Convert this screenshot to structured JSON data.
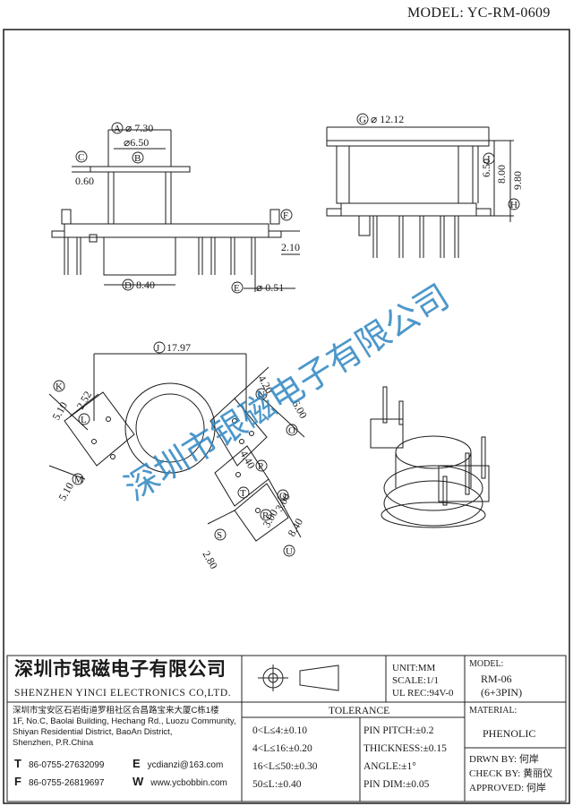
{
  "model_label": "MODEL: YC-RM-0609",
  "watermark": "深圳市银磁电子有限公司",
  "callouts": [
    "A",
    "B",
    "C",
    "D",
    "E",
    "F",
    "G",
    "H",
    "I",
    "J",
    "K",
    "L",
    "M",
    "N",
    "O",
    "P",
    "Q",
    "R",
    "S",
    "T",
    "U"
  ],
  "dims": {
    "a": "⌀ 7.30",
    "b": "⌀6.50",
    "c": "0.60",
    "d": "8.40",
    "e": "⌀ 0.51",
    "f": "2.10",
    "g": "⌀ 12.12",
    "h": "9.80",
    "i": "6.50",
    "j": "8.00",
    "k": "17.97",
    "l": "5.10",
    "m": "2.52",
    "n": "5.10",
    "o": "4.20",
    "p": "6.00",
    "q": "4.40",
    "r": "3.00",
    "s": "3.00",
    "t": "2.80",
    "u": "8.40"
  },
  "title_block": {
    "company_zh": "深圳市银磁电子有限公司",
    "company_en": "SHENZHEN YINCI ELECTRONICS CO,LTD.",
    "address_zh": "深圳市宝安区石岩街道罗租社区合昌路宝来大厦C栋1楼",
    "address_en": [
      "1F, No.C, Baolai Building, Hechang Rd., Luozu Community,",
      "Shiyan Residential District, BaoAn District,",
      "Shenzhen, P.R.China"
    ],
    "tel_letter": "T",
    "tel": "86-0755-27632099",
    "fax_letter": "F",
    "fax": "86-0755-26819697",
    "email_letter": "E",
    "email": "ycdianzi@163.com",
    "web_letter": "W",
    "web": "www.ycbobbin.com",
    "unit": "UNIT:MM",
    "scale": "SCALE:1/1",
    "ul_rec": "UL REC:94V-0",
    "model_title": "MODEL:",
    "model_value": "RM-06",
    "model_pins": "(6+3PIN)",
    "material_title": "MATERIAL:",
    "material_value": "PHENOLIC",
    "tolerance_title": "TOLERANCE",
    "tolerances_left": [
      "0<L≤4:±0.10",
      "4<L≤16:±0.20",
      "16<L≤50:±0.30",
      "50≤L:±0.40"
    ],
    "tolerances_right": [
      "PIN PITCH:±0.2",
      "THICKNESS:±0.15",
      "ANGLE:±1°",
      "PIN DIM:±0.05"
    ],
    "drwn_by": "DRWN BY:",
    "drwn_name": "何岸",
    "check_by": "CHECK BY:",
    "check_name": "黄丽仪",
    "approved": "APPROVED:",
    "approved_name": "何岸"
  }
}
